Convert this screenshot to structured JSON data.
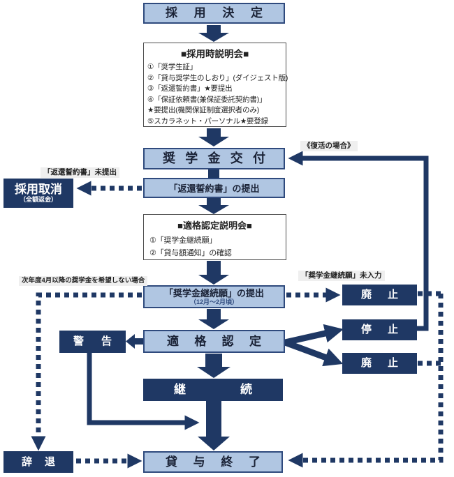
{
  "boxes": {
    "saiyo_kettei": "採用決定",
    "setsumeikai1": {
      "title": "■採用時説明会■",
      "items": [
        "①「奨学生証」",
        "②「貸与奨学生のしおり」(ダイジェスト版)",
        "③「返還誓約書」★要提出",
        "④「保証依頼書(兼保証委託契約書)」",
        "★要提出(機関保証制度選択者のみ)",
        "⑤スカラネット・パーソナル★要登録"
      ]
    },
    "kofu": "奨学金交付",
    "seiyakusho_teishutsu": "「返還誓約書」の提出",
    "saiyo_torikeshi": {
      "label": "採用取消",
      "sub": "（全額返金）"
    },
    "setsumeikai2": {
      "title": "■適格認定説明会■",
      "items": [
        "①「奨学金継続願」",
        "②「貸与額通知」の確認"
      ]
    },
    "keizokugan_teishutsu": {
      "label": "「奨学金継続願」の提出",
      "sub": "（12月～2月頃）"
    },
    "haishi1": "廃止",
    "tekikaku_nintei": "適格認定",
    "keikoku": "警告",
    "teishi": "停止",
    "haishi2": "廃止",
    "keizoku": "継続",
    "jitai": "辞退",
    "taiyo_shuryo": "貸与終了"
  },
  "labels": {
    "fukkatsu": "《復活の場合》",
    "seiyakusho_miteishutsu": "「返還誓約書」未提出",
    "jinendo": "次年度4月以降の奨学金を希望しない場合",
    "keizokugan_minyuryoku": "「奨学金継続願」未入力"
  },
  "colors": {
    "dark_navy": "#1f3864",
    "light_blue": "#b0c6e2",
    "box_border": "#2f4a7d",
    "label_bg": "#efefef"
  }
}
